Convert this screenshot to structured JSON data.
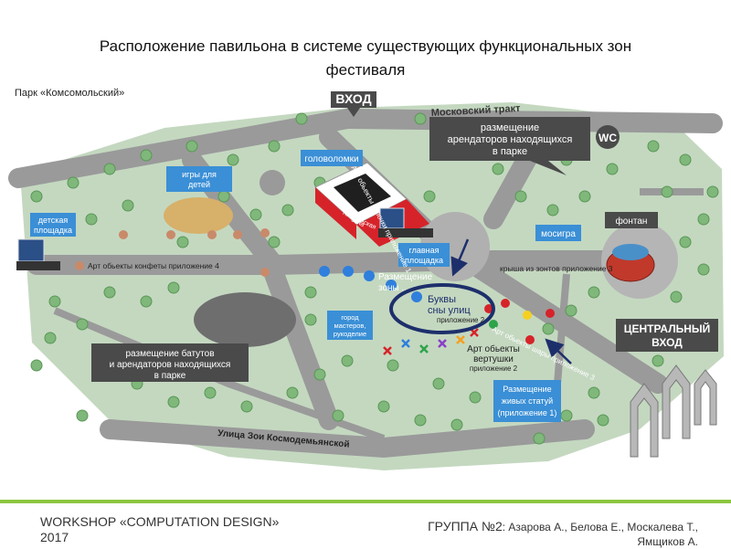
{
  "title_line1": "Расположение павильона в системе существующих функциональных зон",
  "title_line2": "фестиваля",
  "park": "Парк «Комсомольский»",
  "map": {
    "entrance_top": "ВХОД",
    "moscow_road": "Московский тракт",
    "wc": "WC",
    "tenants_top": [
      "размещение",
      "арендаторов находящихся",
      "в парке"
    ],
    "puzzles": "головоломки",
    "kids_games": [
      "игры для",
      "детей"
    ],
    "kids_area": [
      "детская",
      "площадка"
    ],
    "tech_zone": [
      "техническая",
      "зона"
    ],
    "main_stage": [
      "главная",
      "площадка"
    ],
    "mosigra": "мосигра",
    "fountain": "фонтан",
    "umbrella_roof": "крыша из зонтов приложение 3",
    "art_candies": "Арт обьекты конфеты  приложение 4",
    "art_slippers": "Арт обьекты тапочки приложение 1",
    "zone_placement": [
      "Размещение",
      "зоны ..."
    ],
    "letters": [
      "Буквы",
      "сны улиц"
    ],
    "letters_app": "приложение 2",
    "art_balls": "Арт обьекты шары приложение 3",
    "masters_town": [
      "город",
      "мастеров,",
      "рукоделие"
    ],
    "tenants_bottom": [
      "размещение батутов",
      "и арендаторов находящихся",
      "в парке"
    ],
    "art_whirligigs": [
      "Арт обьекты",
      "вертушки"
    ],
    "whirligigs_app": "приложение 2",
    "central_entrance": [
      "ЦЕНТРАЛЬНЫЙ",
      "ВХОД"
    ],
    "living_statues": [
      "Размещение",
      "живых статуй",
      "(приложение 1)"
    ],
    "zoya_street": "Улица Зои Космодемьянской"
  },
  "footer": {
    "workshop": "WORKSHOP «COMPUTATION DESIGN»",
    "year": "2017",
    "group_label": "ГРУППА №2",
    "members_line1": ": Азарова А., Белова Е., Москалева Т.,",
    "members_line2": "Ямщиков А."
  },
  "colors": {
    "accent_green": "#8cc63f",
    "sign_dark": "#4a4a4a",
    "sign_blue": "#3a8fd6",
    "ground": "#c4d8c0",
    "road": "#9a9a9a",
    "highlight_red": "#d6232a",
    "ellipse_navy": "#1d2f6b"
  }
}
